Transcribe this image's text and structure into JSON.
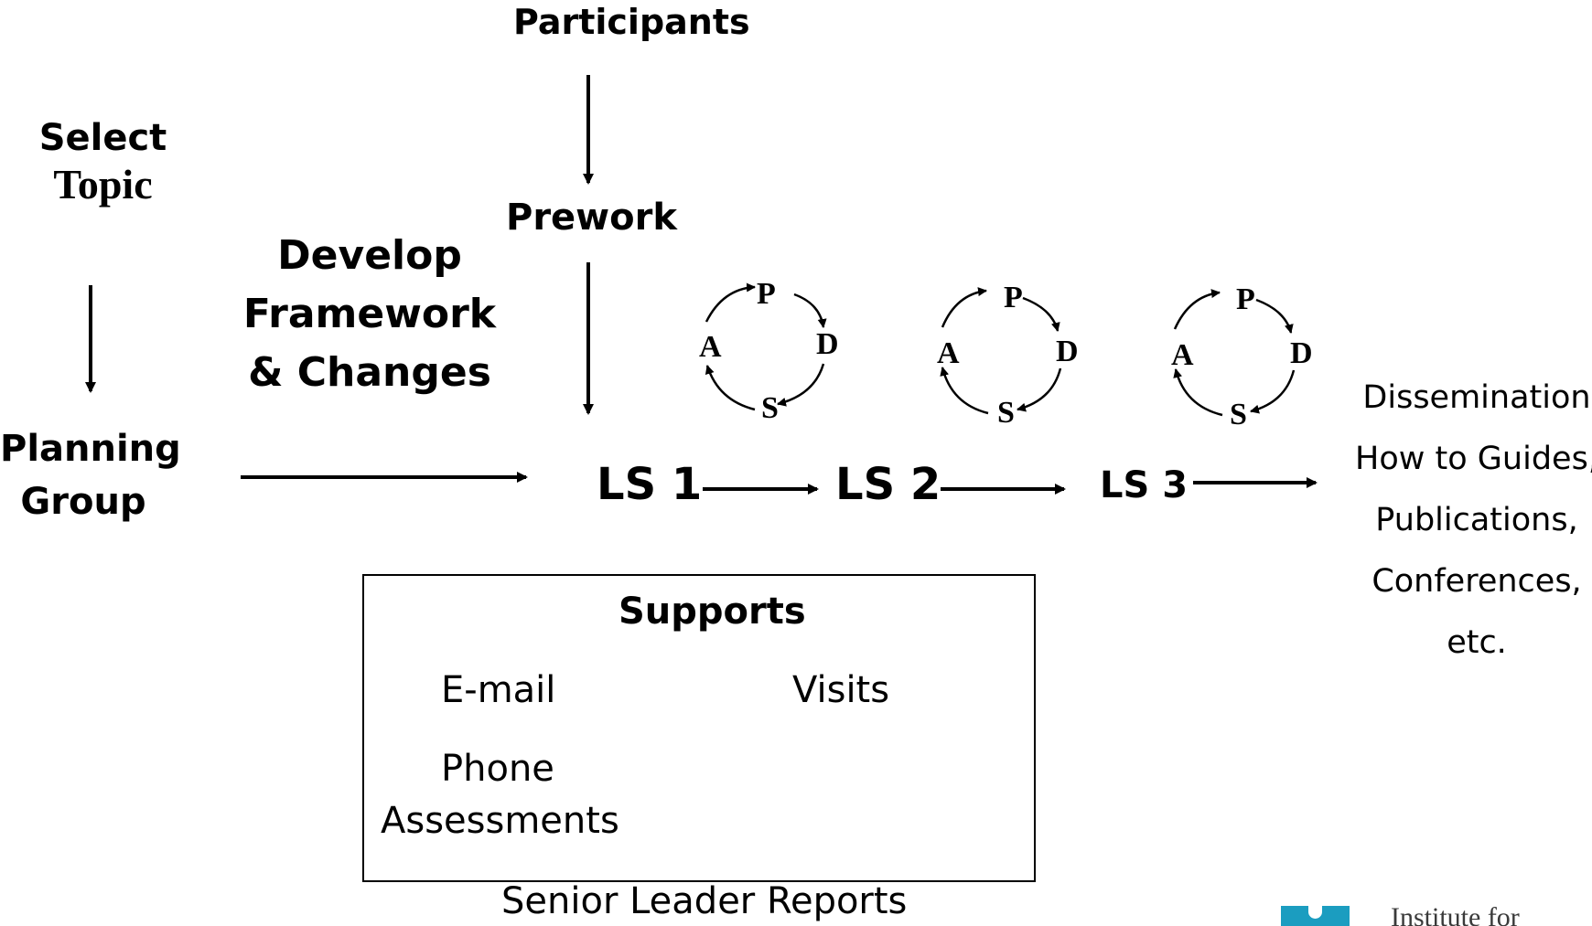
{
  "labels": {
    "participants": "Participants",
    "select_topic_line1": "Select",
    "select_topic_line2": "Topic",
    "prework": "Prework",
    "develop_line1": "Develop",
    "develop_line2": "Framework",
    "develop_line3": "& Changes",
    "planning_line1": "Planning",
    "planning_line2": "Group",
    "ls1": "LS 1",
    "ls2": "LS 2",
    "ls3": "LS 3"
  },
  "pdsa_cycles": [
    {
      "p": "P",
      "d": "D",
      "s": "S",
      "a": "A"
    },
    {
      "p": "P",
      "d": "D",
      "s": "S",
      "a": "A"
    },
    {
      "p": "P",
      "d": "D",
      "s": "S",
      "a": "A"
    }
  ],
  "dissemination": {
    "line1": "Dissemination",
    "line2": "How to Guides,",
    "line3": "Publications,",
    "line4": "Conferences,",
    "line5": "etc."
  },
  "supports": {
    "title": "Supports",
    "email": "E-mail",
    "visits": "Visits",
    "phone": "Phone",
    "assessments": "Assessments",
    "senior_leader_reports": "Senior Leader Reports"
  },
  "logo": {
    "text": "Institute for"
  }
}
